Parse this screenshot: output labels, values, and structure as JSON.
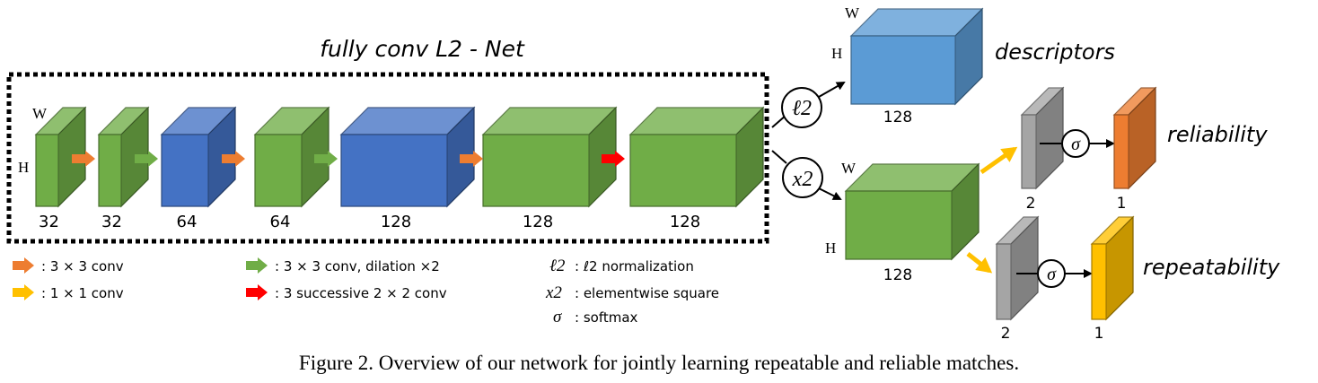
{
  "network_title": "fully conv L2 - Net",
  "input_labels": {
    "w": "W",
    "h": "H"
  },
  "blocks": [
    {
      "channels": "32",
      "color": "#70ad47"
    },
    {
      "channels": "32",
      "color": "#70ad47"
    },
    {
      "channels": "64",
      "color": "#4472c4"
    },
    {
      "channels": "64",
      "color": "#70ad47"
    },
    {
      "channels": "128",
      "color": "#4472c4"
    },
    {
      "channels": "128",
      "color": "#70ad47"
    },
    {
      "channels": "128",
      "color": "#70ad47"
    }
  ],
  "descriptor_branch": {
    "op_symbol": "ℓ2",
    "w": "W",
    "h": "H",
    "channels": "128",
    "label": "descriptors",
    "color": "#5b9bd5"
  },
  "square_branch": {
    "op_symbol": "x2",
    "w": "W",
    "h": "H",
    "channels": "128",
    "color": "#70ad47"
  },
  "reliability_head": {
    "conv_channels": "2",
    "softmax_symbol": "σ",
    "out_channels": "1",
    "label": "reliability",
    "color": "#ed7d31"
  },
  "repeatability_head": {
    "conv_channels": "2",
    "softmax_symbol": "σ",
    "out_channels": "1",
    "label": "repeatability",
    "color": "#ffc000"
  },
  "legend": {
    "conv3x3": ": 3 × 3 conv",
    "conv1x1": ": 1 × 1 conv",
    "dilated": ": 3 × 3 conv, dilation ×2",
    "successive": ": 3 successive 2 × 2 conv",
    "l2_symbol": "ℓ2",
    "l2_desc": ": ℓ2 normalization",
    "sq_symbol": "x2",
    "sq_desc": ": elementwise square",
    "softmax_symbol": "σ",
    "softmax_desc": ": softmax"
  },
  "arrow_colors": {
    "conv3x3": "#ed7d31",
    "dilated": "#70ad47",
    "conv1x1": "#ffc000",
    "successive": "#ff0000"
  },
  "caption": "Figure 2. Overview of our network for jointly learning repeatable and reliable matches."
}
